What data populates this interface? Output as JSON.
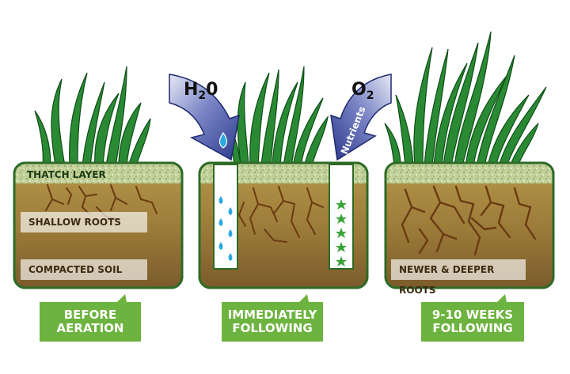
{
  "panels": [
    {
      "thatch_label": "THATCH LAYER",
      "shallow_roots_label": "SHALLOW ROOTS",
      "compacted_soil_label": "COMPACTED SOIL",
      "caption": [
        "BEFORE",
        "AERATION"
      ]
    },
    {
      "water_label_main": "H",
      "water_label_sub": "2",
      "water_label_tail": "0",
      "oxygen_label_main": "O",
      "oxygen_label_sub": "2",
      "nutrients_label": "Nutrients",
      "caption": [
        "IMMEDIATELY",
        "FOLLOWING"
      ]
    },
    {
      "roots_label": "NEWER & DEEPER ROOTS",
      "caption": [
        "9-10 WEEKS",
        "FOLLOWING"
      ]
    }
  ],
  "colors": {
    "grass_dark": "#1f7a2a",
    "grass_light": "#4cab3c",
    "thatch": "#b9c98c",
    "soil_top": "#a8893f",
    "soil_bottom": "#7a5a2a",
    "root": "#6b3a12",
    "callout_green": "#6db33f",
    "panel_border": "#2e6b27",
    "water": "#2aa9e0",
    "arrow": "#3f4ea8",
    "star": "#3aa43a"
  }
}
